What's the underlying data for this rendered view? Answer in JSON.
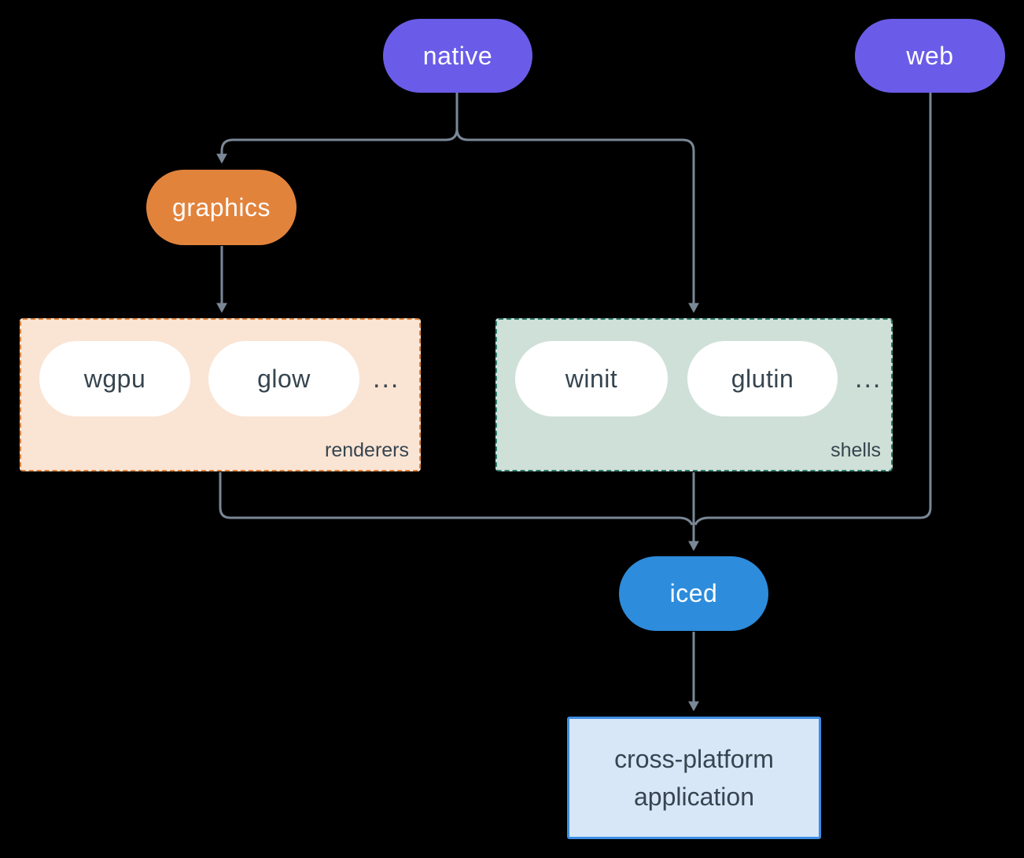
{
  "colors": {
    "canvas-bg": "#000000",
    "node-purple": "#6A5CE8",
    "node-orange": "#E2833C",
    "node-blue": "#2D8CDB",
    "renderers-bg": "#FAE4D4",
    "renderers-border": "#E2833C",
    "shells-bg": "#CFE0D8",
    "shells-border": "#2F7D6C",
    "app-bg": "#D8E7F8",
    "app-border": "#3E8EE4",
    "line": "#7A8796",
    "dark-text": "#36454F",
    "pill-bg": "#FFFFFF"
  },
  "nodes": {
    "native": "native",
    "web": "web",
    "graphics": "graphics",
    "iced": "iced",
    "application": "cross-platform application"
  },
  "groups": {
    "renderers": {
      "label": "renderers",
      "items": [
        "wgpu",
        "glow"
      ],
      "more": "..."
    },
    "shells": {
      "label": "shells",
      "items": [
        "winit",
        "glutin"
      ],
      "more": "..."
    }
  }
}
